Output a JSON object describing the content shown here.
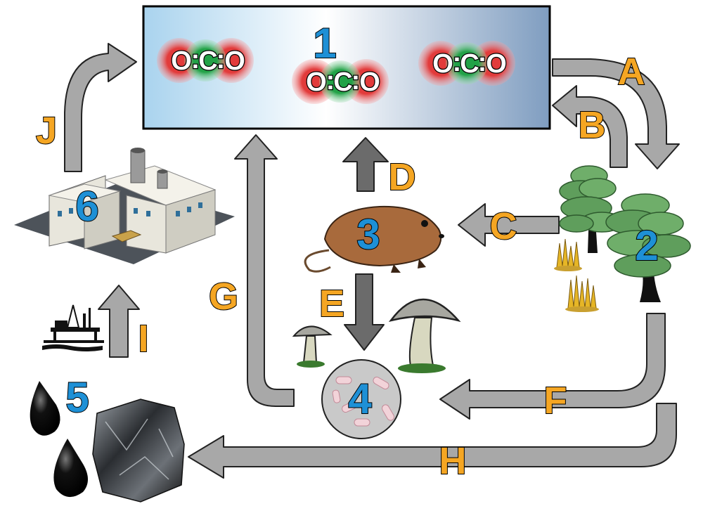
{
  "diagram": {
    "atmosphere": {
      "number": "1",
      "molecules": [
        {
          "o1": "O",
          "c": "C",
          "o2": "O",
          "sep": ":"
        },
        {
          "o1": "O",
          "c": "C",
          "o2": "O",
          "sep": ":"
        },
        {
          "o1": "O",
          "c": "C",
          "o2": "O",
          "sep": ":"
        }
      ]
    },
    "nodes": {
      "plants": "2",
      "animal": "3",
      "decomposers": "4",
      "fossil_fuels": "5",
      "factory": "6"
    },
    "arrows": {
      "a": "A",
      "b": "B",
      "c": "C",
      "d": "D",
      "e": "E",
      "f": "F",
      "g": "G",
      "h": "H",
      "i": "I",
      "j": "J"
    },
    "colors": {
      "letter": "#f5a623",
      "number": "#1e90d6",
      "arrow": "#a8a8a8",
      "oxygen": "#d91e1e",
      "carbon": "#1f9a3c"
    }
  }
}
